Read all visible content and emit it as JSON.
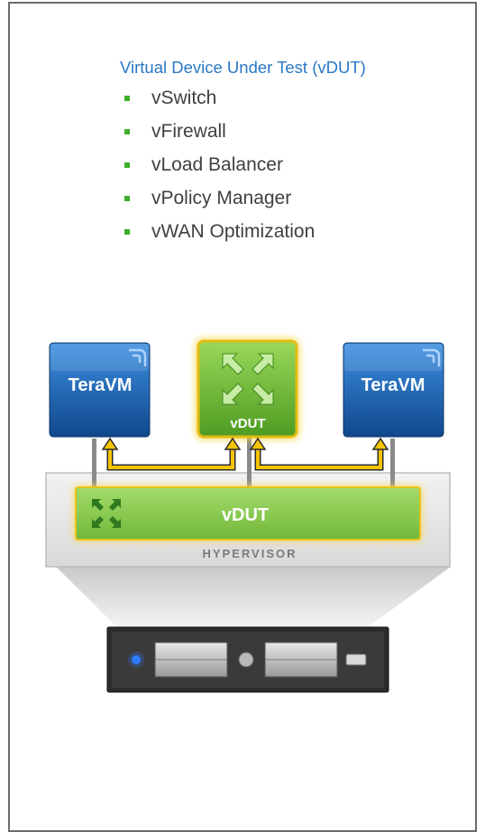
{
  "heading": "Virtual Device Under Test (vDUT)",
  "bullets": [
    "vSwitch",
    "vFirewall",
    "vLoad Balancer",
    "vPolicy Manager",
    "vWAN Optimization"
  ],
  "diagram": {
    "left_box_label": "TeraVM",
    "right_box_label": "TeraVM",
    "center_box_label": "vDUT",
    "bar_label": "vDUT",
    "hypervisor_label": "HYPERVISOR"
  },
  "colors": {
    "heading": "#2a78c4",
    "bullet_marker": "#3fae2a",
    "teravm_blue": "#1f64b0",
    "vdut_green": "#7cc243",
    "arrow_yellow": "#f4c400",
    "server_dark": "#2c2c2c",
    "power_led": "#2e7dff"
  }
}
